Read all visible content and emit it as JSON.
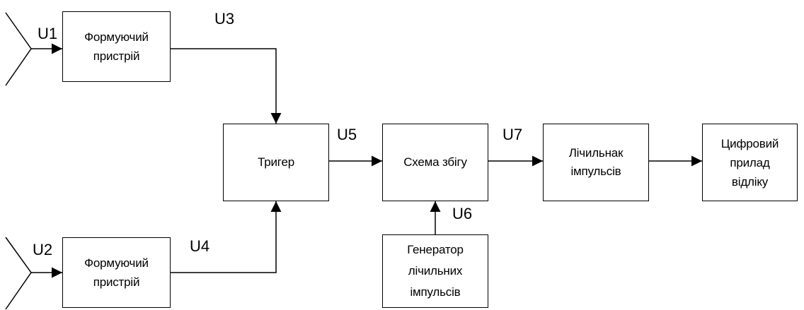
{
  "blocks": {
    "former_1": "Формуючий\nпристрій",
    "former_2": "Формуючий\nпристрій",
    "trigger": "Тригер",
    "coincidence": "Схема збігу",
    "counter": "Лічильнак\nімпульсів",
    "digital_readout": "Цифровий\nприлад\nвідліку",
    "generator": "Генератор\nлічильних\nімпульсів"
  },
  "signals": {
    "u1": "U1",
    "u2": "U2",
    "u3": "U3",
    "u4": "U4",
    "u5": "U5",
    "u6": "U6",
    "u7": "U7"
  },
  "colors": {
    "line": "#000000",
    "background": "#ffffff"
  }
}
